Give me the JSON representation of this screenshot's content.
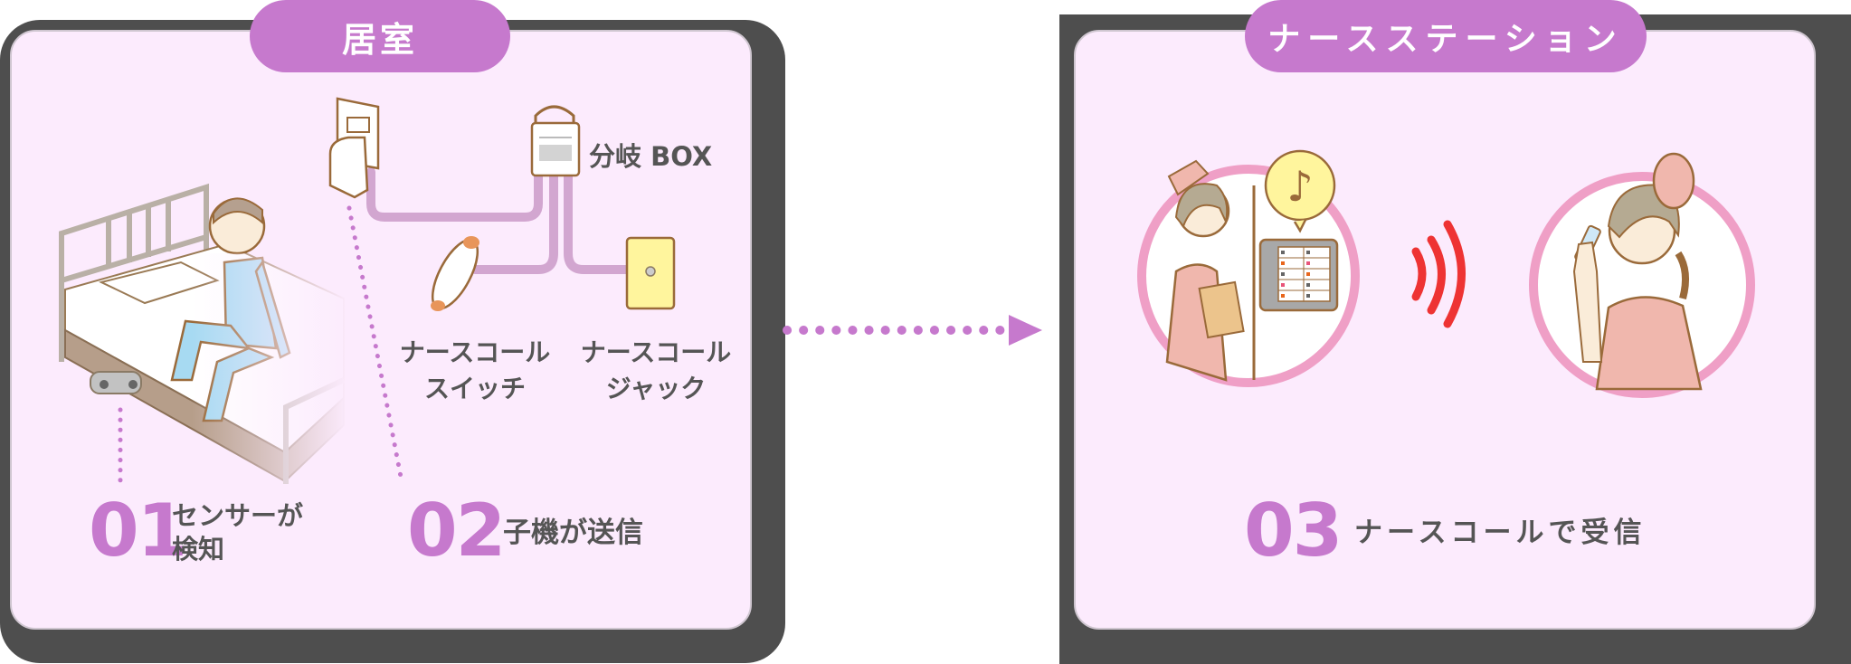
{
  "room_panel": {
    "title": "居室",
    "device_labels": {
      "branch_box": "分岐 BOX",
      "nurse_call_switch": [
        "ナースコール",
        "スイッチ"
      ],
      "nurse_call_jack": [
        "ナースコール",
        "ジャック"
      ]
    },
    "steps": [
      {
        "number": "01",
        "text_lines": [
          "センサーが",
          "検知"
        ]
      },
      {
        "number": "02",
        "text_lines": [
          "子機が送信"
        ]
      }
    ]
  },
  "station_panel": {
    "title": "ナースステーション",
    "steps": [
      {
        "number": "03",
        "text_lines": [
          "ナースコールで受信"
        ]
      }
    ]
  },
  "colors": {
    "accent_purple": "#c679cd",
    "panel_bg": "#fcebfd",
    "panel_shadow": "#4e4e4e",
    "cable": "#d2a6d0",
    "signal_red": "#ee3333",
    "circle_pink": "#ef9fc6",
    "text_gray": "#555555"
  }
}
